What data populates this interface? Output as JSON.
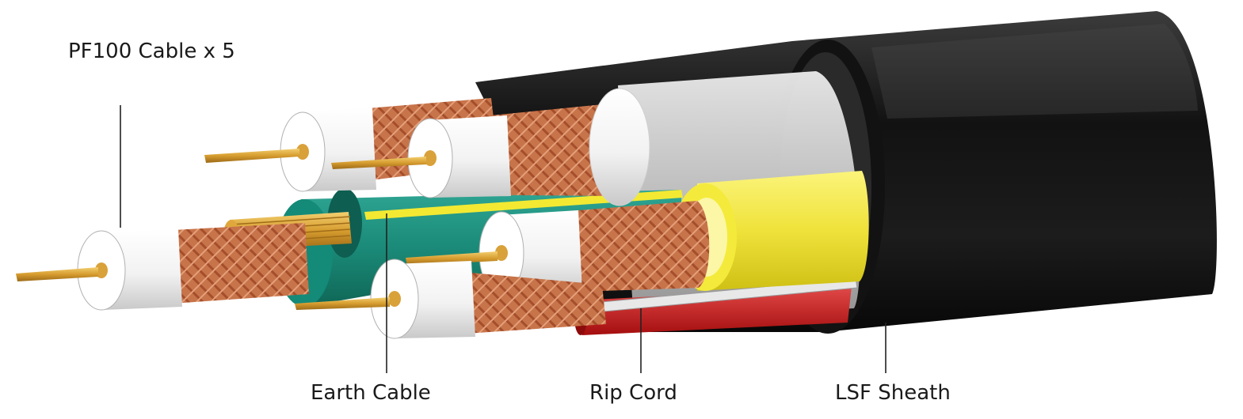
{
  "labels": {
    "pf100": "PF100 Cable x 5",
    "earth": "Earth Cable",
    "rip": "Rip Cord",
    "lsf": "LSF Sheath"
  },
  "colors": {
    "sheath": "#1b1b1b",
    "braid": "#cf7f55",
    "copper": "#d8a13a",
    "dielectric": "#f4f4f4",
    "earth_jacket": "#1f8c7a",
    "yellow_core": "#f2e52a",
    "rip_cord": "#c41a1a"
  },
  "icons": {
    "cable": "coaxial-cable-cutaway-illustration"
  }
}
